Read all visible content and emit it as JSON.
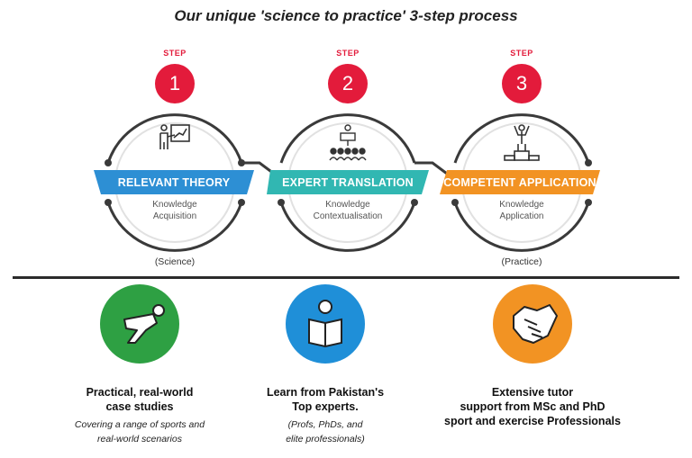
{
  "header": {
    "title": "Our unique 'science to practice' 3-step process"
  },
  "steps": [
    {
      "step_label": "STEP",
      "number": "1",
      "banner": "RELEVANT THEORY",
      "sub1": "Knowledge",
      "sub2": "Acquisition",
      "tag": "(Science)",
      "color": "#2d8fd4",
      "icon": "teacher-whiteboard-icon"
    },
    {
      "step_label": "STEP",
      "number": "2",
      "banner": "EXPERT TRANSLATION",
      "sub1": "Knowledge",
      "sub2": "Contextualisation",
      "tag": "",
      "color": "#31b7b2",
      "icon": "lecturer-audience-icon"
    },
    {
      "step_label": "STEP",
      "number": "3",
      "banner": "COMPETENT APPLICATION",
      "sub1": "Knowledge",
      "sub2": "Application",
      "tag": "(Practice)",
      "color": "#f29323",
      "icon": "podium-winner-icon"
    }
  ],
  "features": [
    {
      "title1": "Practical, real-world",
      "title2": "case studies",
      "sub1": "Covering a range of sports and",
      "sub2": "real-world scenarios",
      "color": "#2ea043",
      "icon": "sprinter-icon"
    },
    {
      "title1": "Learn from Pakistan's",
      "title2": "Top experts.",
      "sub1": "(Profs, PhDs, and",
      "sub2": "elite professionals)",
      "color": "#1f8fd8",
      "icon": "reading-book-icon"
    },
    {
      "title1": "Extensive tutor",
      "title2": "support from MSc and PhD",
      "title3": "sport and exercise Professionals",
      "color": "#f29323",
      "icon": "handshake-icon"
    }
  ]
}
